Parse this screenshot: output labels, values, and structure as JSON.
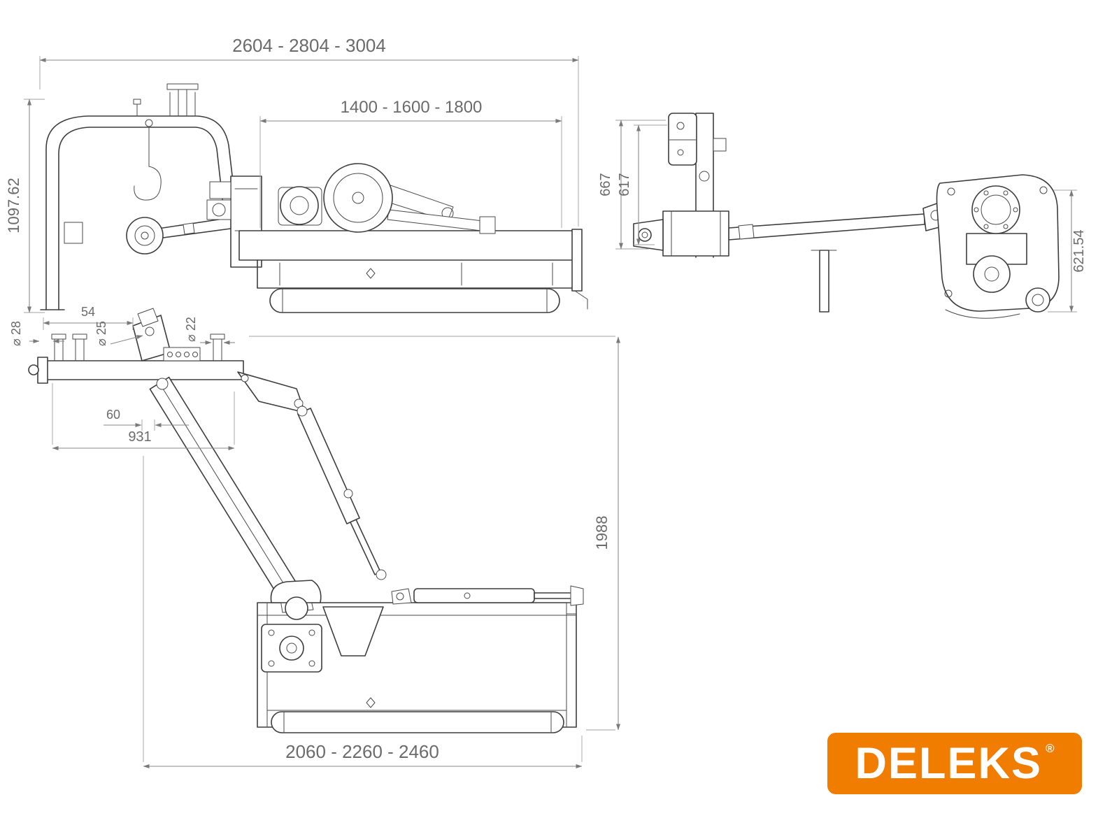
{
  "colors": {
    "accent_orange": "#F07C00",
    "drawing_line": "#3d3d3d",
    "dimension_text": "#6b6b6b",
    "background": "#ffffff"
  },
  "dimensions": {
    "side": {
      "overall_width": "2604 - 2804 - 3004",
      "deck_width": "1400 - 1600 - 1800",
      "height": "1097.62"
    },
    "rear": {
      "height_outer": "667",
      "height_inner": "617",
      "head_height": "621.54"
    },
    "extended": {
      "pin_d28": "⌀ 28",
      "offset_54": "54",
      "pin_d25": "⌀ 25",
      "pin_d22": "⌀ 22",
      "offset_60": "60",
      "frame_width": "931",
      "reach": "1988",
      "overall_length": "2060 - 2260 - 2460"
    }
  },
  "logo": {
    "brand": "DELEKS",
    "registered": "®"
  }
}
